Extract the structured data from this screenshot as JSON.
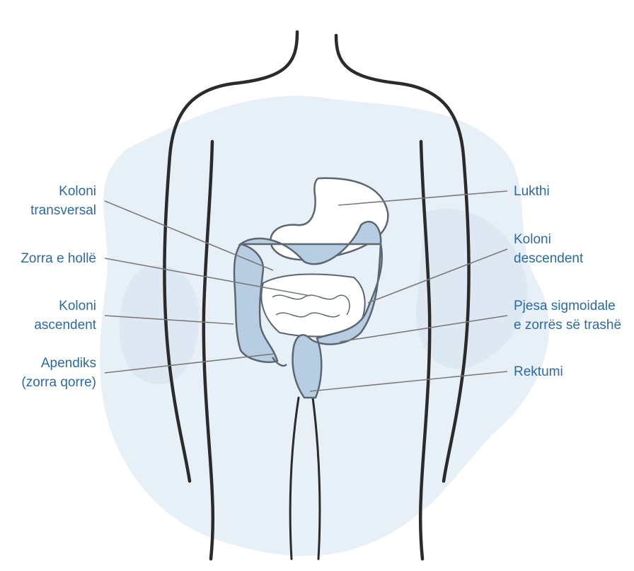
{
  "colors": {
    "label_text": "#2c6aa0",
    "leader_line": "#7a7a7a",
    "body_outline": "#2b2b2b",
    "organ_fill": "#b7cde2",
    "organ_outline": "#5c6670",
    "watercolor": "#c9dbeb"
  },
  "labels": {
    "transverse_colon": [
      "Koloni",
      "transversal"
    ],
    "small_intestine": [
      "Zorra e hollë"
    ],
    "ascending_colon": [
      "Koloni",
      "ascendent"
    ],
    "appendix": [
      "Apendiks",
      "(zorra qorre)"
    ],
    "stomach": [
      "Lukthi"
    ],
    "descending_colon": [
      "Koloni",
      "descendent"
    ],
    "sigmoid_colon": [
      "Pjesa sigmoidale",
      "e zorrës së trashë"
    ],
    "rectum": [
      "Rektumi"
    ]
  }
}
